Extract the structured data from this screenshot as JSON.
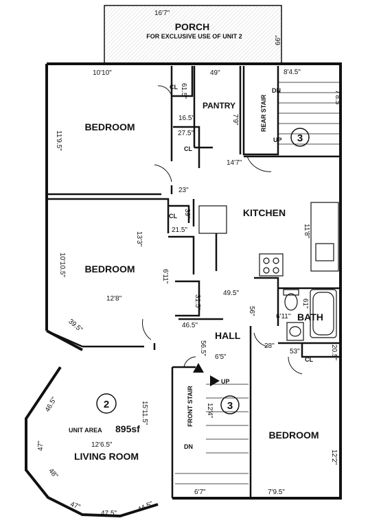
{
  "porch": {
    "title": "PORCH",
    "subtitle": "FOR EXCLUSIVE USE OF UNIT 2",
    "dim_width": "16'7\"",
    "dim_depth": "66\""
  },
  "rooms": {
    "bedroom_top": "BEDROOM",
    "bedroom_mid": "BEDROOM",
    "bedroom_bottom": "BEDROOM",
    "kitchen": "KITCHEN",
    "pantry": "PANTRY",
    "bath": "BATH",
    "hall": "HALL",
    "living_room": "LIVING ROOM",
    "rear_stair": "REAR STAIR",
    "front_stair": "FRONT STAIR"
  },
  "closets": {
    "cl1": "CL",
    "cl2": "CL",
    "cl3": "CL",
    "cl4": "CL"
  },
  "stairs": {
    "dn_rear": "DN",
    "up_rear": "UP",
    "up_front": "UP",
    "dn_front": "DN",
    "level_rear": "3",
    "level_front": "3"
  },
  "unit": {
    "number": "2",
    "area_label": "UNIT AREA",
    "area_value": "895sf"
  },
  "dimensions": {
    "bedroom_top_w": "10'10\"",
    "bedroom_top_h": "11'9.5\"",
    "cl1_w": "61.5\"",
    "cl1_d": "16.5\"",
    "pantry_w": "49\"",
    "pantry_h": "7'9\"",
    "rear_w": "8'4.5\"",
    "rear_h": "7'8.5\"",
    "cl2_w": "27.5\"",
    "kitchen_w": "14'7\"",
    "passage": "23\"",
    "kitchen_h": "11'8\"",
    "cl3_h": "39\"",
    "cl3_w": "21.5\"",
    "bedroom_mid_h": "13'3\"",
    "bedroom_mid_side": "10'10.5\"",
    "bedroom_mid_w": "12'8\"",
    "cl5_h": "6'11\"",
    "cl5_w": "31.5\"",
    "hall_a": "49.5\"",
    "hall_b": "46.5\"",
    "hall_c": "56\"",
    "bath_w": "6'11\"",
    "bath_h": "61\"",
    "bay1": "39.5\"",
    "hall_d": "56.5\"",
    "hall_e": "28\"",
    "cl4_w": "53\"",
    "cl4_h": "20.5\"",
    "stair_w": "6'5\"",
    "stair_h": "12'4\"",
    "living_diag": "46.5\"",
    "living_h": "15'11.5\"",
    "living_w": "12'6.5\"",
    "bay2": "47\"",
    "bay3": "48\"",
    "bay4": "47\"",
    "bay5": "47.5\"",
    "bay6": "44.5\"",
    "front_stair_w": "6'7\"",
    "bedroom_bottom_w": "7'9.5\"",
    "bedroom_bottom_h": "12'2\""
  }
}
